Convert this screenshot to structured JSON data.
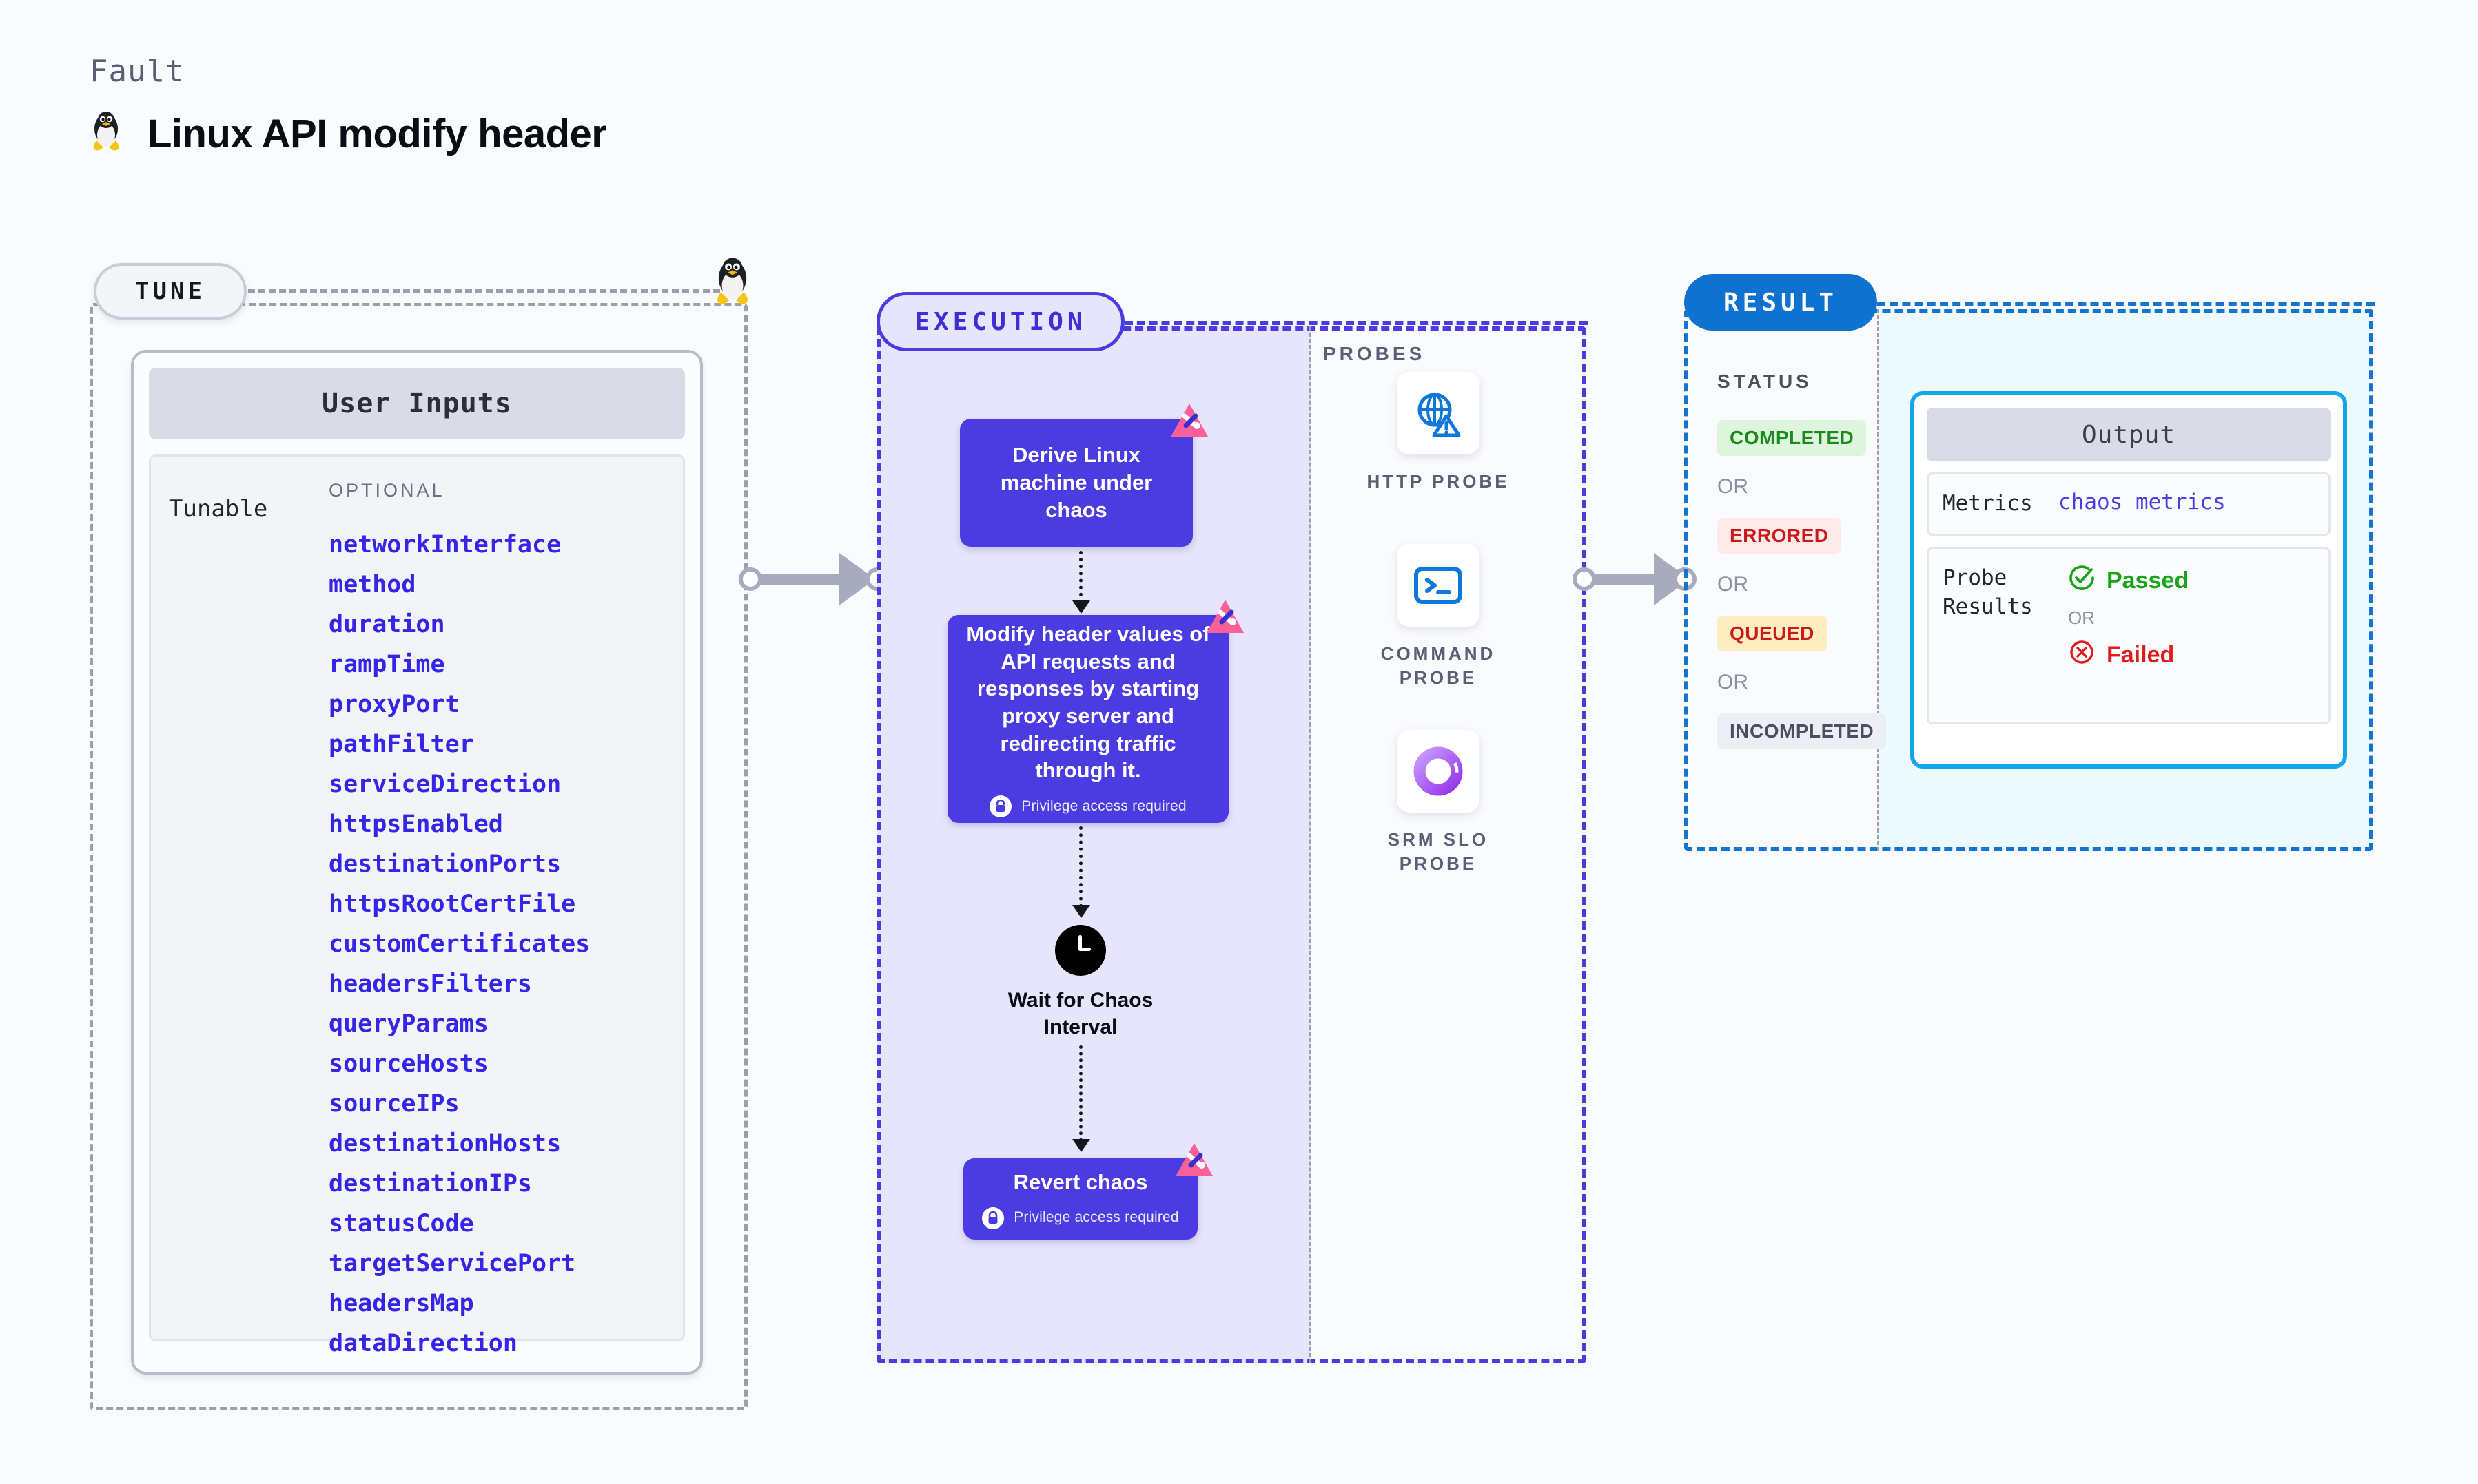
{
  "header": {
    "kicker": "Fault",
    "title": "Linux API modify header",
    "icon": "linux-penguin-icon"
  },
  "tune": {
    "pill_label": "TUNE",
    "card_title": "User Inputs",
    "tunable_label": "Tunable",
    "optional_label": "OPTIONAL",
    "parameters": [
      "networkInterface",
      "method",
      "duration",
      "rampTime",
      "proxyPort",
      "pathFilter",
      "serviceDirection",
      "httpsEnabled",
      "destinationPorts",
      "httpsRootCertFile",
      "customCertificates",
      "headersFilters",
      "queryParams",
      "sourceHosts",
      "sourceIPs",
      "destinationHosts",
      "destinationIPs",
      "statusCode",
      "targetServicePort",
      "headersMap",
      "dataDirection"
    ]
  },
  "execution": {
    "pill_label": "EXECUTION",
    "steps": [
      {
        "text": "Derive Linux machine under chaos",
        "privilege": null,
        "badge": "litmus-chaos-badge-icon"
      },
      {
        "text": "Modify header values of API requests and responses by starting proxy server and redirecting traffic through it.",
        "privilege": "Privilege access required",
        "badge": "litmus-chaos-badge-icon"
      },
      {
        "text": "Revert chaos",
        "privilege": "Privilege access required",
        "badge": "litmus-chaos-badge-icon"
      }
    ],
    "wait_node": {
      "label": "Wait for Chaos Interval",
      "icon": "clock-icon"
    }
  },
  "probes": {
    "title": "PROBES",
    "items": [
      {
        "label": "HTTP PROBE",
        "icon": "globe-warning-icon"
      },
      {
        "label": "COMMAND PROBE",
        "icon": "terminal-icon"
      },
      {
        "label": "SRM SLO PROBE",
        "icon": "slo-donut-icon"
      }
    ]
  },
  "result": {
    "pill_label": "RESULT",
    "status_title": "STATUS",
    "or_label": "OR",
    "statuses": [
      {
        "label": "COMPLETED",
        "bg": "#dcf5dc",
        "fg": "#1d8a1d"
      },
      {
        "label": "ERRORED",
        "bg": "#fdeaea",
        "fg": "#cf1a1a"
      },
      {
        "label": "QUEUED",
        "bg": "#fdeec2",
        "fg": "#cf1a1a"
      },
      {
        "label": "INCOMPLETED",
        "bg": "#eceef5",
        "fg": "#4b4f60"
      }
    ],
    "output": {
      "title": "Output",
      "metrics_key": "Metrics",
      "metrics_value": "chaos metrics",
      "probe_results_key": "Probe Results",
      "passed_label": "Passed",
      "failed_label": "Failed",
      "or_label": "OR",
      "passed_color": "#18a318",
      "failed_color": "#e01b1b"
    }
  },
  "colors": {
    "accent_purple": "#4a3ce0",
    "accent_blue": "#0f72cf",
    "accent_cyan": "#12a7e8",
    "param_blue": "#3525e6",
    "litmus_pink": "#f9609a",
    "connector_grey": "#a7abbd"
  }
}
